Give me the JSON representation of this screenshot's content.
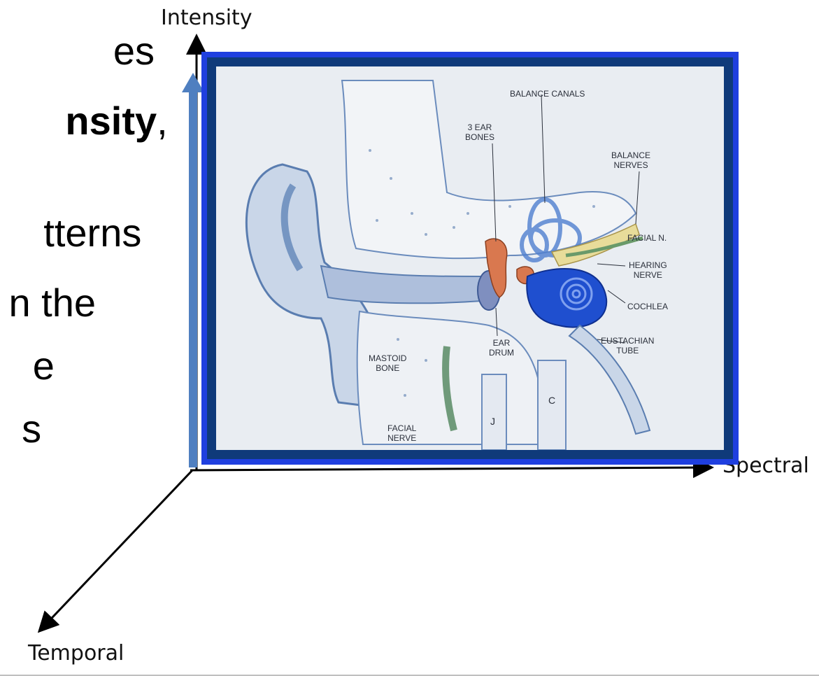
{
  "slide_text": {
    "line1": "es",
    "line2_bold": "nsity",
    "line2_tail": ",",
    "line3": "tterns",
    "line4": "n the",
    "line5": "e",
    "line6": "s"
  },
  "axes": {
    "intensity": "Intensity",
    "spectral": "Spectral",
    "temporal": "Temporal"
  },
  "ear_diagram": {
    "balance_canals": "BALANCE CANALS",
    "ear_bones_1": "3 EAR",
    "ear_bones_2": "BONES",
    "balance_nerves_1": "BALANCE",
    "balance_nerves_2": "NERVES",
    "facial_n": "FACIAL N.",
    "hearing_nerve_1": "HEARING",
    "hearing_nerve_2": "NERVE",
    "cochlea": "COCHLEA",
    "eustachian_1": "EUSTACHIAN",
    "eustachian_2": "TUBE",
    "ear_drum_1": "EAR",
    "ear_drum_2": "DRUM",
    "mastoid_1": "MASTOID",
    "mastoid_2": "BONE",
    "facial_nerve_1": "FACIAL",
    "facial_nerve_2": "NERVE",
    "j": "J",
    "c": "C"
  },
  "colors": {
    "frame_outer": "#1f3fdf",
    "frame_inner": "#0f3a7a",
    "intensity_arrow": "#4f7fc0",
    "cochlea_blue": "#1f4fcf",
    "ossicle_orange": "#d9784f"
  }
}
